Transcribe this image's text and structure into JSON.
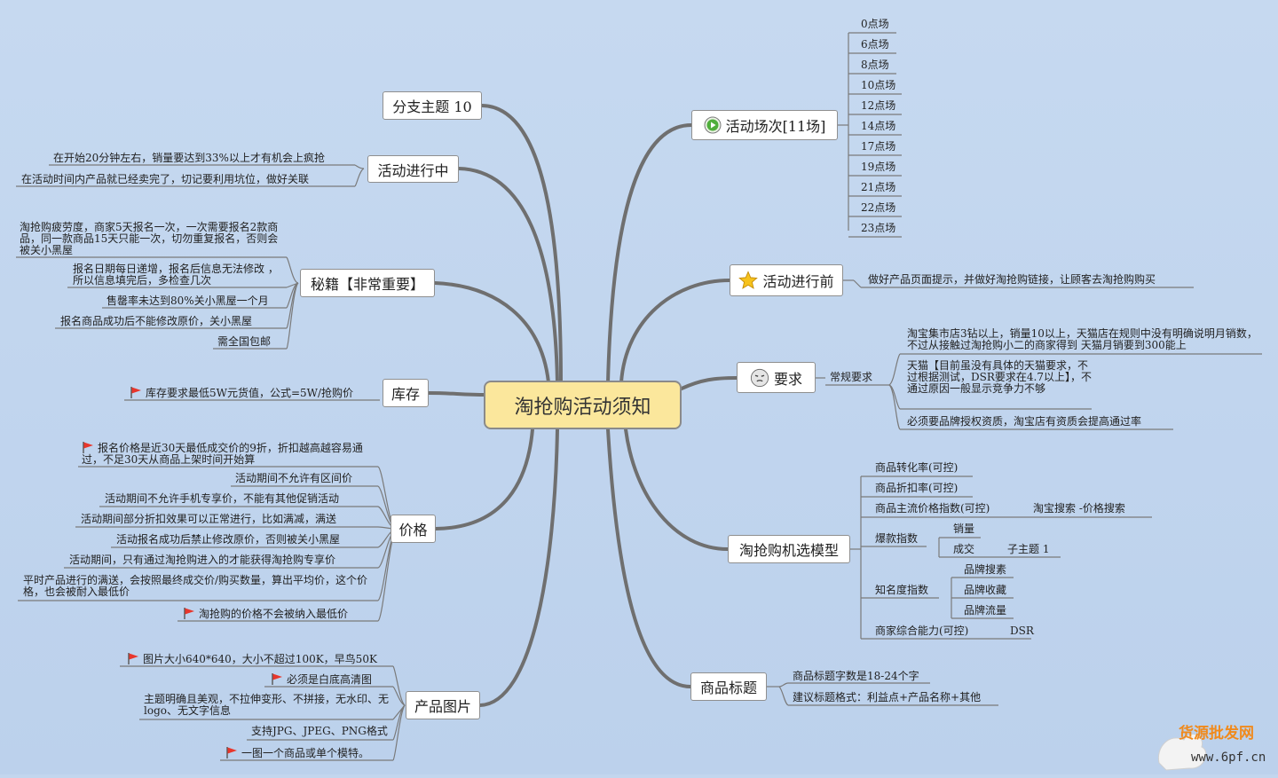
{
  "center": {
    "title": "淘抢购活动须知"
  },
  "topics": {
    "branch10": "分支主题 10",
    "inprogress": "活动进行中",
    "secrets": "秘籍【非常重要】",
    "stock": "库存",
    "price": "价格",
    "images": "产品图片",
    "sessions": "活动场次[11场]",
    "before": "活动进行前",
    "require": "要求",
    "model": "淘抢购机选模型",
    "title": "商品标题"
  },
  "inprogress_items": [
    "在开始20分钟左右，销量要达到33%以上才有机会上疯抢",
    "在活动时间内产品就已经卖完了，切记要利用坑位，做好关联"
  ],
  "secrets_items": [
    "淘抢购疲劳度，商家5天报名一次，一次需要报名2款商品，同一款商品15天只能一次，切勿重复报名，否则会被关小黑屋",
    "报名日期每日递增，报名后信息无法修改 ，所以信息填完后，多检查几次",
    "售罄率未达到80%关小黑屋一个月",
    "报名商品成功后不能修改原价，关小黑屋",
    "需全国包邮"
  ],
  "stock_items": [
    "库存要求最低5W元货值，公式=5W/抢购价"
  ],
  "price_items": [
    "报名价格是近30天最低成交价的9折，折扣越高越容易通过，不足30天从商品上架时间开始算",
    "活动期间不允许有区间价",
    "活动期间不允许手机专享价，不能有其他促销活动",
    "活动期间部分折扣效果可以正常进行，比如满减，满送",
    "活动报名成功后禁止修改原价，否则被关小黑屋",
    "活动期间，只有通过淘抢购进入的才能获得淘抢购专享价",
    "平时产品进行的满送，会按照最终成交价/购买数量，算出平均价，这个价格，也会被耐入最低价",
    "淘抢购的价格不会被纳入最低价"
  ],
  "image_items": [
    "图片大小640*640，大小不超过100K，早鸟50K",
    "必须是白底高清图",
    "主题明确且美观，不拉伸变形、不拼接，无水印、无logo、无文字信息",
    "支持JPG、JPEG、PNG格式",
    "一图一个商品或单个模特。"
  ],
  "session_items": [
    "0点场",
    "6点场",
    "8点场",
    "10点场",
    "12点场",
    "14点场",
    "17点场",
    "19点场",
    "21点场",
    "22点场",
    "23点场"
  ],
  "before_items": [
    "做好产品页面提示，并做好淘抢购链接，让顾客去淘抢购购买"
  ],
  "require_sub": "常规要求",
  "require_items": [
    "淘宝集市店3钻以上，销量10以上，天猫店在规则中没有明确说明月销数，不过从接触过淘抢购小二的商家得到   天猫月销要到300能上",
    "天猫【目前虽没有具体的天猫要求，不过根据测试，DSR要求在4.7以上】，不通过原因一般显示竞争力不够",
    "必须要品牌授权资质，淘宝店有资质会提高通过率"
  ],
  "model_items": {
    "conv": "商品转化率(可控)",
    "disc": "商品折扣率(可控)",
    "mainprice": "商品主流价格指数(可控)",
    "mainprice_child": "淘宝搜索 -价格搜索",
    "hot": "爆款指数",
    "hot_sales": "销量",
    "hot_deal": "成交",
    "hot_deal_child": "子主题 1",
    "fame": "知名度指数",
    "fame_search": "品牌搜素",
    "fame_fav": "品牌收藏",
    "fame_flow": "品牌流量",
    "ability": "商家综合能力(可控)",
    "ability_child": "DSR"
  },
  "title_items": [
    "商品标题字数是18-24个字",
    "建议标题格式：利益点+产品名称+其他"
  ],
  "watermark": {
    "line1": "货源批发网",
    "line2": "www.6pf.cn"
  },
  "colors": {
    "center_fill": "#fbe79c",
    "connector": "#6f6f6f",
    "background": "#c3d6ee",
    "flag": "#e8362c"
  }
}
